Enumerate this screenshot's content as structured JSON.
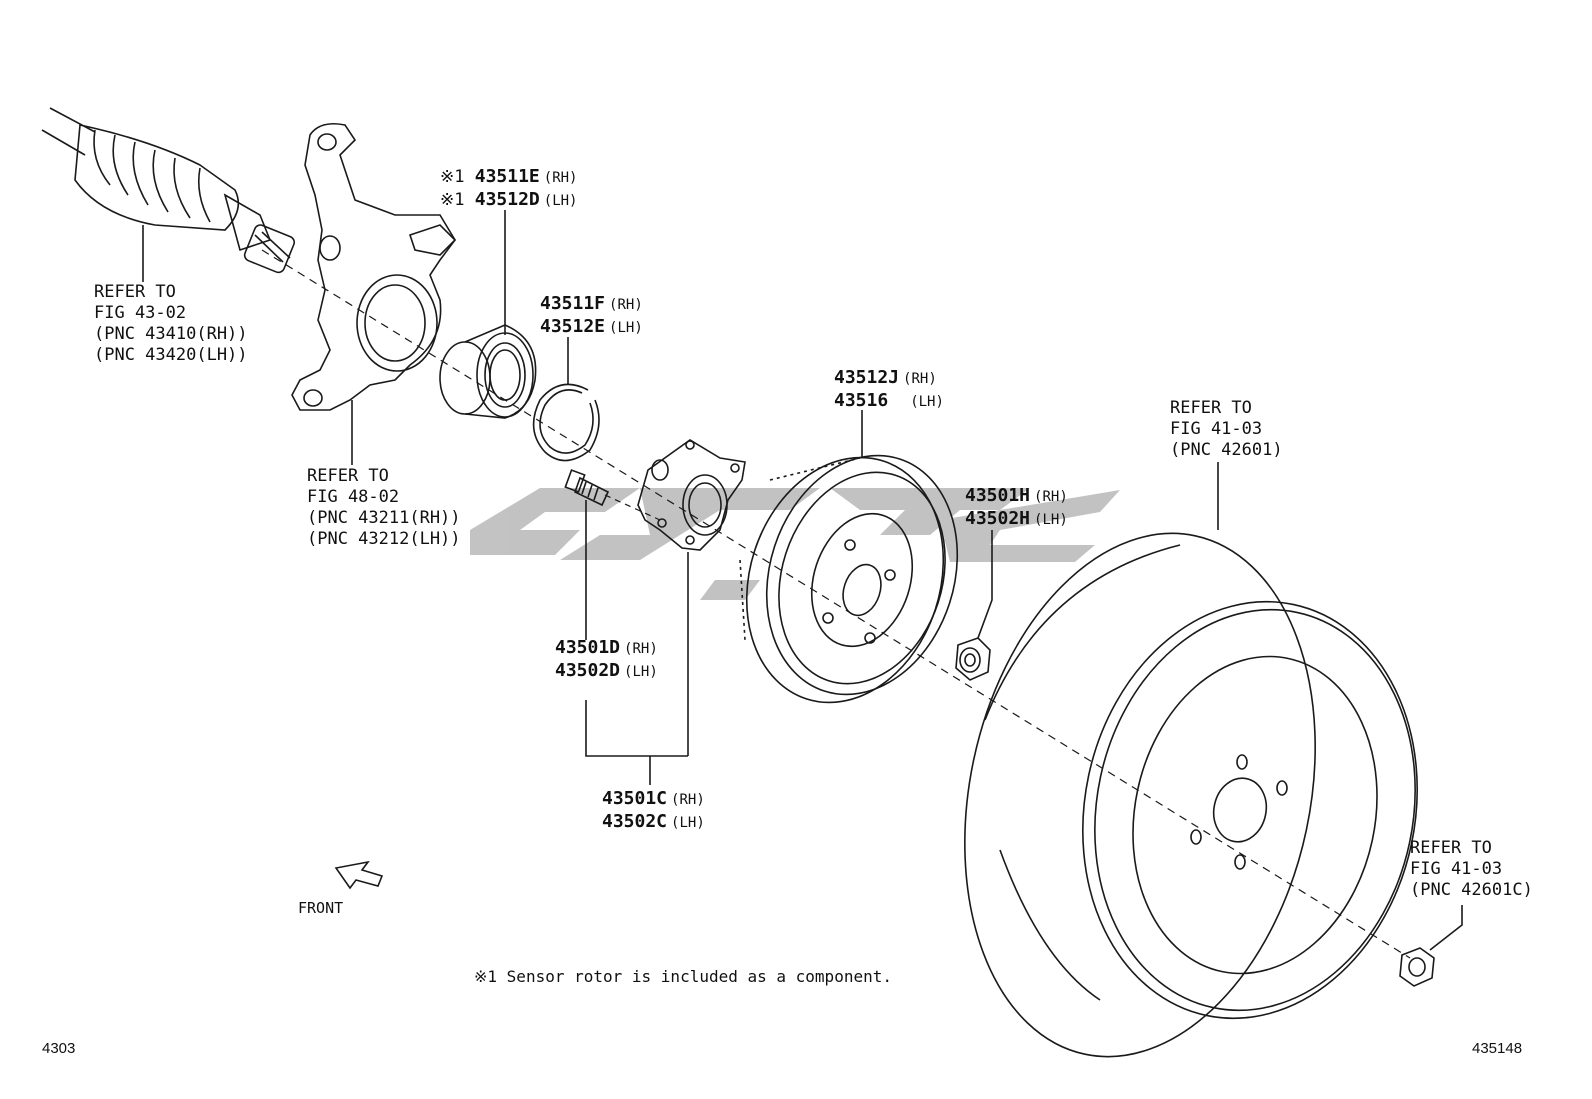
{
  "labels": {
    "shaft": {
      "line1": "REFER TO",
      "line2": "FIG 43-02",
      "line3": "(PNC 43410(RH))",
      "line4": "(PNC 43420(LH))"
    },
    "knuckle": {
      "line1": "REFER TO",
      "line2": "FIG 48-02",
      "line3": "(PNC 43211(RH))",
      "line4": "(PNC 43212(LH))"
    },
    "bearing": {
      "mark": "※1",
      "rh_pn": "43511E",
      "rh_side": "(RH)",
      "lh_pn": "43512D",
      "lh_side": "(LH)"
    },
    "snapring": {
      "rh_pn": "43511F",
      "rh_side": "(RH)",
      "lh_pn": "43512E",
      "lh_side": "(LH)"
    },
    "disc": {
      "rh_pn": "43512J",
      "rh_side": "(RH)",
      "lh_pn": "43516",
      "lh_side": "(LH)"
    },
    "nut": {
      "rh_pn": "43501H",
      "rh_side": "(RH)",
      "lh_pn": "43502H",
      "lh_side": "(LH)"
    },
    "bolt": {
      "rh_pn": "43501D",
      "rh_side": "(RH)",
      "lh_pn": "43502D",
      "lh_side": "(LH)"
    },
    "hub": {
      "rh_pn": "43501C",
      "rh_side": "(RH)",
      "lh_pn": "43502C",
      "lh_side": "(LH)"
    },
    "wheel": {
      "line1": "REFER TO",
      "line2": "FIG 41-03",
      "line3": "(PNC 42601)"
    },
    "wheelnut": {
      "line1": "REFER TO",
      "line2": "FIG 41-03",
      "line3": "(PNC 42601C)"
    }
  },
  "front_label": "FRONT",
  "footnote": "※1 Sensor rotor is included as a component.",
  "corner_left": "4303",
  "corner_right": "435148",
  "colors": {
    "line": "#1a1a1a",
    "watermark": "#b5b5b5"
  }
}
